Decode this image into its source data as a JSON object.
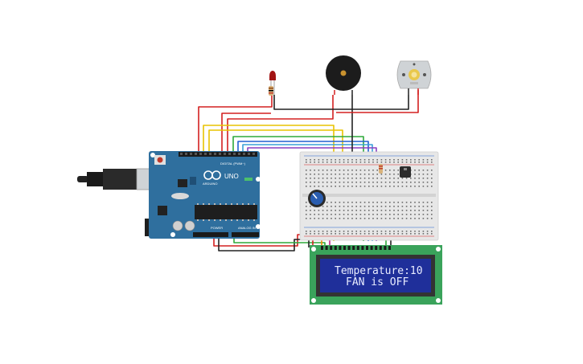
{
  "arduino": {
    "brand": "UNO",
    "logo_text": "ARDUINO",
    "digital_label": "DIGITAL (PWM~)",
    "power_label": "POWER",
    "analog_label": "ANALOG IN",
    "color": "#2f6f9e"
  },
  "lcd": {
    "line1": "Temperature:10",
    "line2": "FAN is OFF",
    "pcb_color": "#3aa35b",
    "screen_color": "#1f2f9a"
  },
  "colors": {
    "red_wire": "#d42020",
    "black_wire": "#222222",
    "yellow_wire": "#e8c300",
    "green_wire": "#2faa3a",
    "blue_wire": "#2060d0",
    "purple_wire": "#8a3fc0",
    "orange_wire": "#f08a00",
    "magenta_wire": "#c0208a"
  },
  "components": {
    "led": "red-led",
    "buzzer": "piezo-buzzer",
    "motor": "dc-motor",
    "pot": "potentiometer",
    "sensor": "temperature-sensor"
  }
}
